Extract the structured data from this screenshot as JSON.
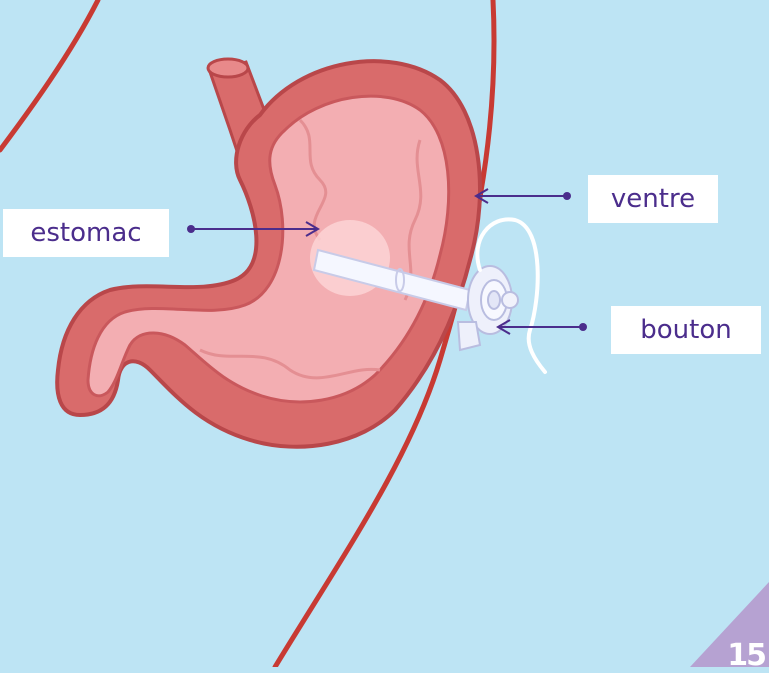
{
  "labels": {
    "stomach": "estomac",
    "belly": "ventre",
    "button": "bouton"
  },
  "page_number": "15",
  "colors": {
    "background": "#bde4f4",
    "stomach_outer": "#d96b6b",
    "stomach_inner": "#f3aeb2",
    "belly_line": "#c83a33",
    "arrow": "#4b2d8c",
    "label_bg": "#ffffff",
    "corner": "#b6a2d2"
  }
}
